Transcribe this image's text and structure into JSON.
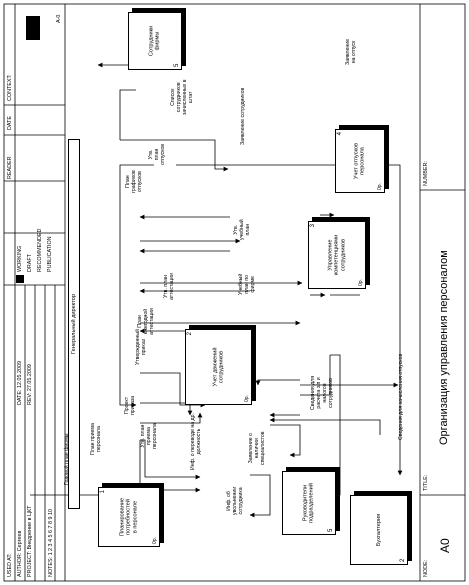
{
  "header": {
    "used_at": "USED AT:",
    "author": "AUTHOR:  Сергеев",
    "project": "PROJECT:  Внедрение в ЦКТ",
    "date": "DATE:  12.05.2009",
    "rev": "REV:   27.05.2009",
    "notes": "NOTES:  1  2  3  4  5  6  7  8  9  10",
    "working": "WORKING",
    "draft": "DRAFT",
    "recommended": "RECOMMENDED",
    "publication": "PUBLICATION",
    "reader": "READER",
    "date2": "DATE",
    "context": "CONTEXT:",
    "node_ref": "A-0"
  },
  "footer": {
    "node_label": "NODE:",
    "node_value": "A0",
    "title_label": "TITLE:",
    "title_value": "Организация управления персоналом",
    "number_label": "NUMBER:"
  },
  "boxes": [
    {
      "id": "gd",
      "label": "Генеральный директор",
      "num": "",
      "code": ""
    },
    {
      "id": "sotr",
      "label": "Сотрудники\nфирмы",
      "num": "5",
      "code": ""
    },
    {
      "id": "b4",
      "label": "Учет отпусков\nперсонала",
      "num": "4",
      "code": "0р."
    },
    {
      "id": "b3",
      "label": "Управление\nкомпетенциями\nсотрудников",
      "num": "3",
      "code": "0р."
    },
    {
      "id": "b2",
      "label": "Учет движений\nсотрудников",
      "num": "2",
      "code": "0р."
    },
    {
      "id": "b1",
      "label": "Планирование\nпотребностей\nв персонале",
      "num": "1",
      "code": "0р."
    },
    {
      "id": "ruk",
      "label": "Руководители\nподразделений",
      "num": "5",
      "code": ""
    },
    {
      "id": "buh",
      "label": "Бухгалтерия",
      "num": "2",
      "code": ""
    }
  ],
  "arrow_labels": [
    "Заявление\nна отпуск",
    "Заявление сотрудников",
    "Список\nсотрудников\nзачисленных в\nштат",
    "Утв.\nплан\nотпусков",
    "План\nграфиков\nотпусков",
    "Утв.\nучебный\nплан",
    "Учебный\nплан по\nфирме",
    "Утв. план\nаттестации",
    "План\nежегодной\nаттестации",
    "Утвержденный\nприказ",
    "Проект\nприказа",
    "Утв. план\nприема\nперсонала",
    "План приема\nперсонала",
    "Годовой план фирмы",
    "Инф. о переводе на др.\nдолжность",
    "Инф. об\nувольнении\nсотрудника",
    "Заявление о\nналичии\nспециалистов",
    "Сведения для\nрасчета з/п и\nналогов\nсотрудников",
    "Сведения для начисления отпусков"
  ]
}
